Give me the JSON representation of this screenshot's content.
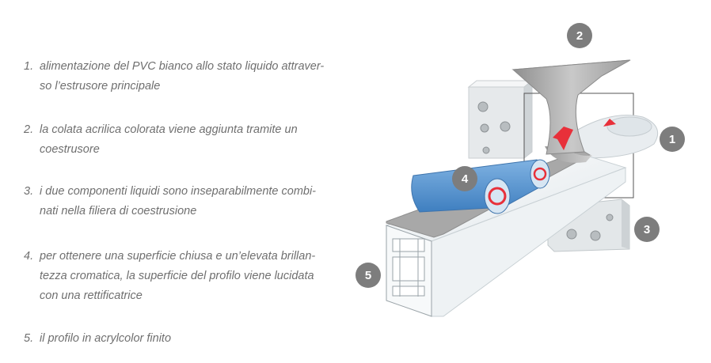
{
  "steps": [
    {
      "num": "1.",
      "text_l1": "alimentazione del PVC bianco allo stato liquido attraver-",
      "text_l2": "so l’estrusore principale"
    },
    {
      "num": "2.",
      "text_l1": "la colata acrilica colorata viene aggiunta tramite un",
      "text_l2": "coestrusore"
    },
    {
      "num": "3.",
      "text_l1": "i due componenti liquidi sono inseparabilmente combi-",
      "text_l2": "nati nella filiera di coestrusione"
    },
    {
      "num": "4.",
      "text_l1": "per ottenere una superficie chiusa e un’elevata brillan-",
      "text_l2": "tezza cromatica, la superficie del profilo viene lucidata",
      "text_l3": "con una rettificatrice"
    },
    {
      "num": "5.",
      "text_l1": "il profilo in acrylcolor finito"
    }
  ],
  "badges": {
    "b1": "1",
    "b2": "2",
    "b3": "3",
    "b4": "4",
    "b5": "5"
  },
  "colors": {
    "text": "#6f6f6f",
    "badge": "#7d7d7d",
    "roller_blue": "#4f8fcf",
    "arrow_red": "#e8303a",
    "hopper_grey": "#a9a9a9",
    "profile_white": "#eef2f4"
  }
}
